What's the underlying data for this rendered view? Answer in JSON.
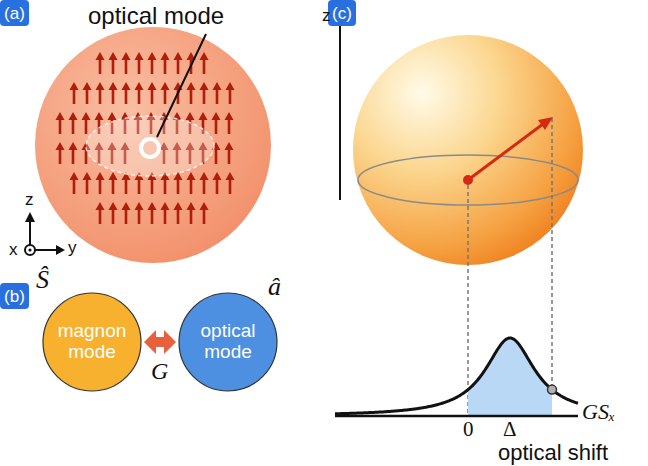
{
  "diagram": {
    "nodes": [
      {
        "text": [
          "(a)"
        ]
      },
      {
        "text": [
          "(b)"
        ]
      },
      {
        "text": [
          "magnon mode"
        ]
      },
      {
        "text": [
          "optical mode"
        ]
      },
      {
        "text": [
          "(c)"
        ]
      }
    ],
    "edges": [
      {
        "from": 2,
        "to": 3,
        "arrow": "both",
        "label": "G"
      }
    ],
    "labels": [
      "optical mode",
      "z",
      "x",
      "y",
      "Ŝ⃗",
      "â",
      "z",
      "0",
      "Δ",
      "GSₓ",
      "optical shift"
    ]
  }
}
